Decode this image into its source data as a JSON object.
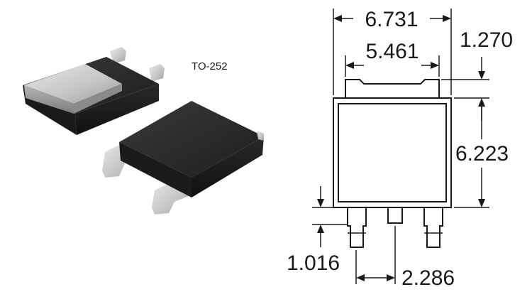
{
  "package": {
    "name": "TO-252"
  },
  "dimensions": {
    "overall_width": "6.731",
    "tab_width": "5.461",
    "tab_height": "1.270",
    "body_height": "6.223",
    "lead_offset": "1.016",
    "lead_pitch": "2.286"
  },
  "colors": {
    "ink": "#1a1a1a",
    "body_black": "#2b2b2b",
    "metal": "#c9c9c9"
  }
}
